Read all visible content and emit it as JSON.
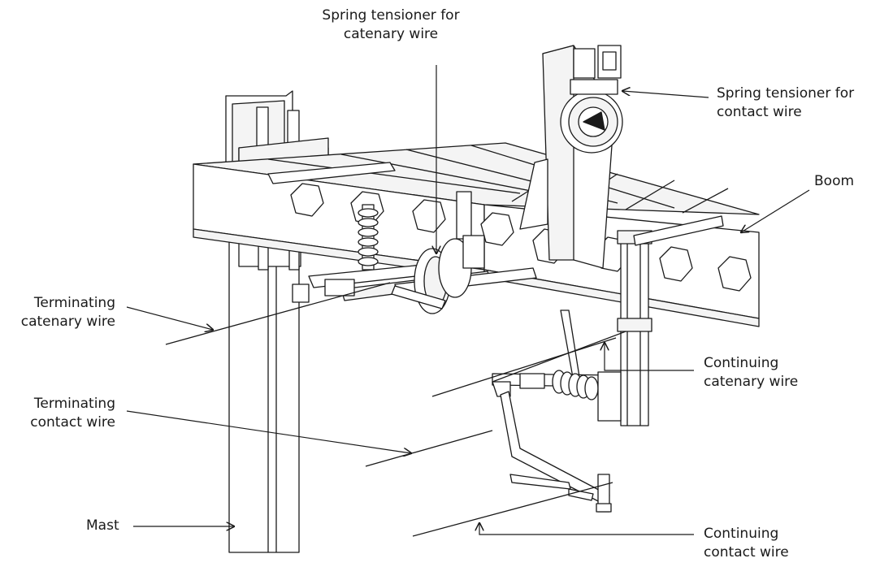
{
  "labels": {
    "spring_tensioner_catenary": [
      "Spring tensioner for",
      "catenary wire"
    ],
    "spring_tensioner_contact": [
      "Spring tensioner for",
      "contact wire"
    ],
    "boom": [
      "Boom"
    ],
    "terminating_catenary": [
      "Terminating",
      "catenary wire"
    ],
    "terminating_contact": [
      "Terminating",
      "contact wire"
    ],
    "continuing_catenary": [
      "Continuing",
      "catenary wire"
    ],
    "mast": [
      "Mast"
    ],
    "continuing_contact": [
      "Continuing",
      "contact wire"
    ]
  },
  "colors": {
    "line": "#1a1a1a",
    "fill_light": "#f4f4f4",
    "fill_white": "#ffffff"
  }
}
